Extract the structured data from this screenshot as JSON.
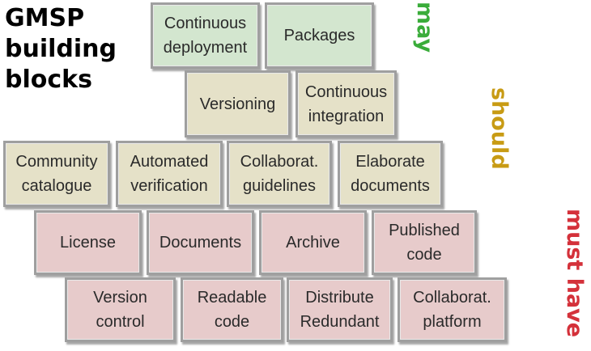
{
  "title": [
    "GMSP",
    "building",
    "blocks"
  ],
  "colors": {
    "may": "#3aac3a",
    "should": "#c89b14",
    "must": "#d4313a",
    "may_block": "#d3e6cf",
    "should_block": "#e5e1c8",
    "must_block": "#e7cbcb"
  },
  "levels": [
    {
      "id": "may",
      "label": "may"
    },
    {
      "id": "should",
      "label": "should"
    },
    {
      "id": "must",
      "label": "must have"
    }
  ],
  "rows": [
    {
      "level": "may",
      "blocks": [
        "Continuous\ndeployment",
        "Packages"
      ]
    },
    {
      "level": "should",
      "blocks": [
        "Versioning",
        "Continuous\nintegration"
      ]
    },
    {
      "level": "should",
      "blocks": [
        "Community\ncatalogue",
        "Automated\nverification",
        "Collaborat.\nguidelines",
        "Elaborate\ndocuments"
      ]
    },
    {
      "level": "must",
      "blocks": [
        "License",
        "Documents",
        "Archive",
        "Published\ncode"
      ]
    },
    {
      "level": "must",
      "blocks": [
        "Version\ncontrol",
        "Readable\ncode",
        "Distribute\nRedundant",
        "Collaborat.\nplatform"
      ]
    }
  ]
}
